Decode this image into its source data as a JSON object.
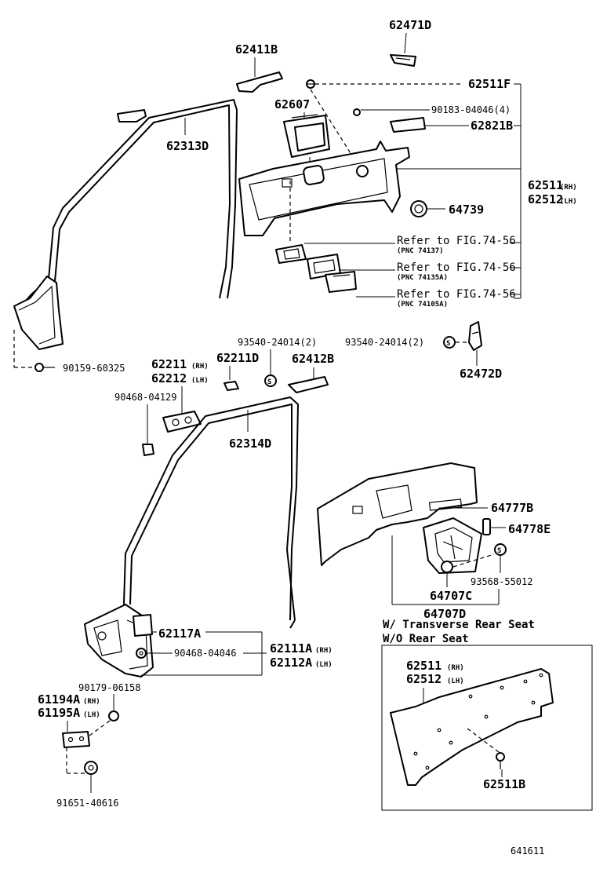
{
  "labels": {
    "p62471D": "62471D",
    "p62411B": "62411B",
    "p62511F": "62511F",
    "p62607": "62607",
    "p90183": "90183-04046(4)",
    "p62821B": "62821B",
    "p62313D": "62313D",
    "p62511": "62511",
    "p62512": "62512",
    "rh": "(RH)",
    "lh": "(LH)",
    "p64739": "64739",
    "ref1": "Refer to FIG.74-56",
    "ref1sub": "(PNC 74137)",
    "ref2": "Refer to FIG.74-56",
    "ref2sub": "(PNC 74135A)",
    "ref3": "Refer to FIG.74-56",
    "ref3sub": "(PNC 74105A)",
    "p90159": "90159-60325",
    "p93540a": "93540-24014(2)",
    "p93540b": "93540-24014(2)",
    "p62211": "62211",
    "p62212": "62212",
    "p62211D": "62211D",
    "p62412B": "62412B",
    "p62472D": "62472D",
    "p90468a": "90468-04129",
    "p62314D": "62314D",
    "p64777B": "64777B",
    "p64778E": "64778E",
    "p93568": "93568-55012",
    "p64707C": "64707C",
    "p64707D": "64707D",
    "note1": "W/ Transverse Rear Seat",
    "note2": "W/O Rear Seat",
    "p62117A": "62117A",
    "p90468b": "90468-04046",
    "p62111A": "62111A",
    "p62112A": "62112A",
    "p90179": "90179-06158",
    "p61194A": "61194A",
    "p61195A": "61195A",
    "p91651": "91651-40616",
    "p62511_b": "62511",
    "p62512_b": "62512",
    "p62511B": "62511B",
    "figno": "641611",
    "s": "S"
  }
}
